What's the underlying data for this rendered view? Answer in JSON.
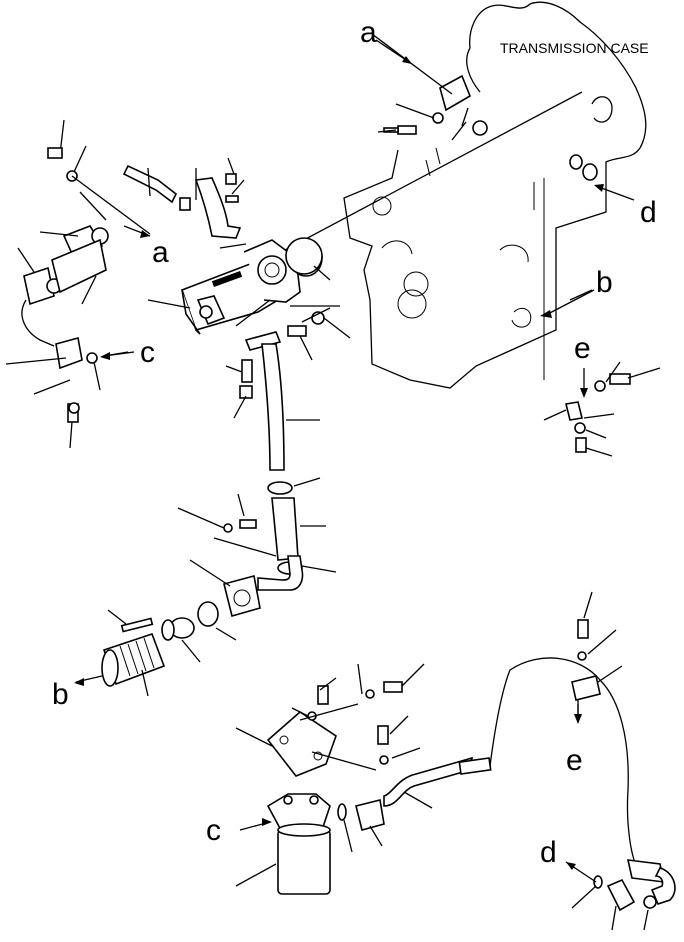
{
  "diagram": {
    "case_label": "TRANSMISSION CASE",
    "callouts": {
      "a_top": "a",
      "a_left": "a",
      "b_left": "b",
      "b_right": "b",
      "c_left": "c",
      "c_filter": "c",
      "d_top": "d",
      "d_bottom": "d",
      "e_top": "e",
      "e_bottom": "e"
    }
  }
}
